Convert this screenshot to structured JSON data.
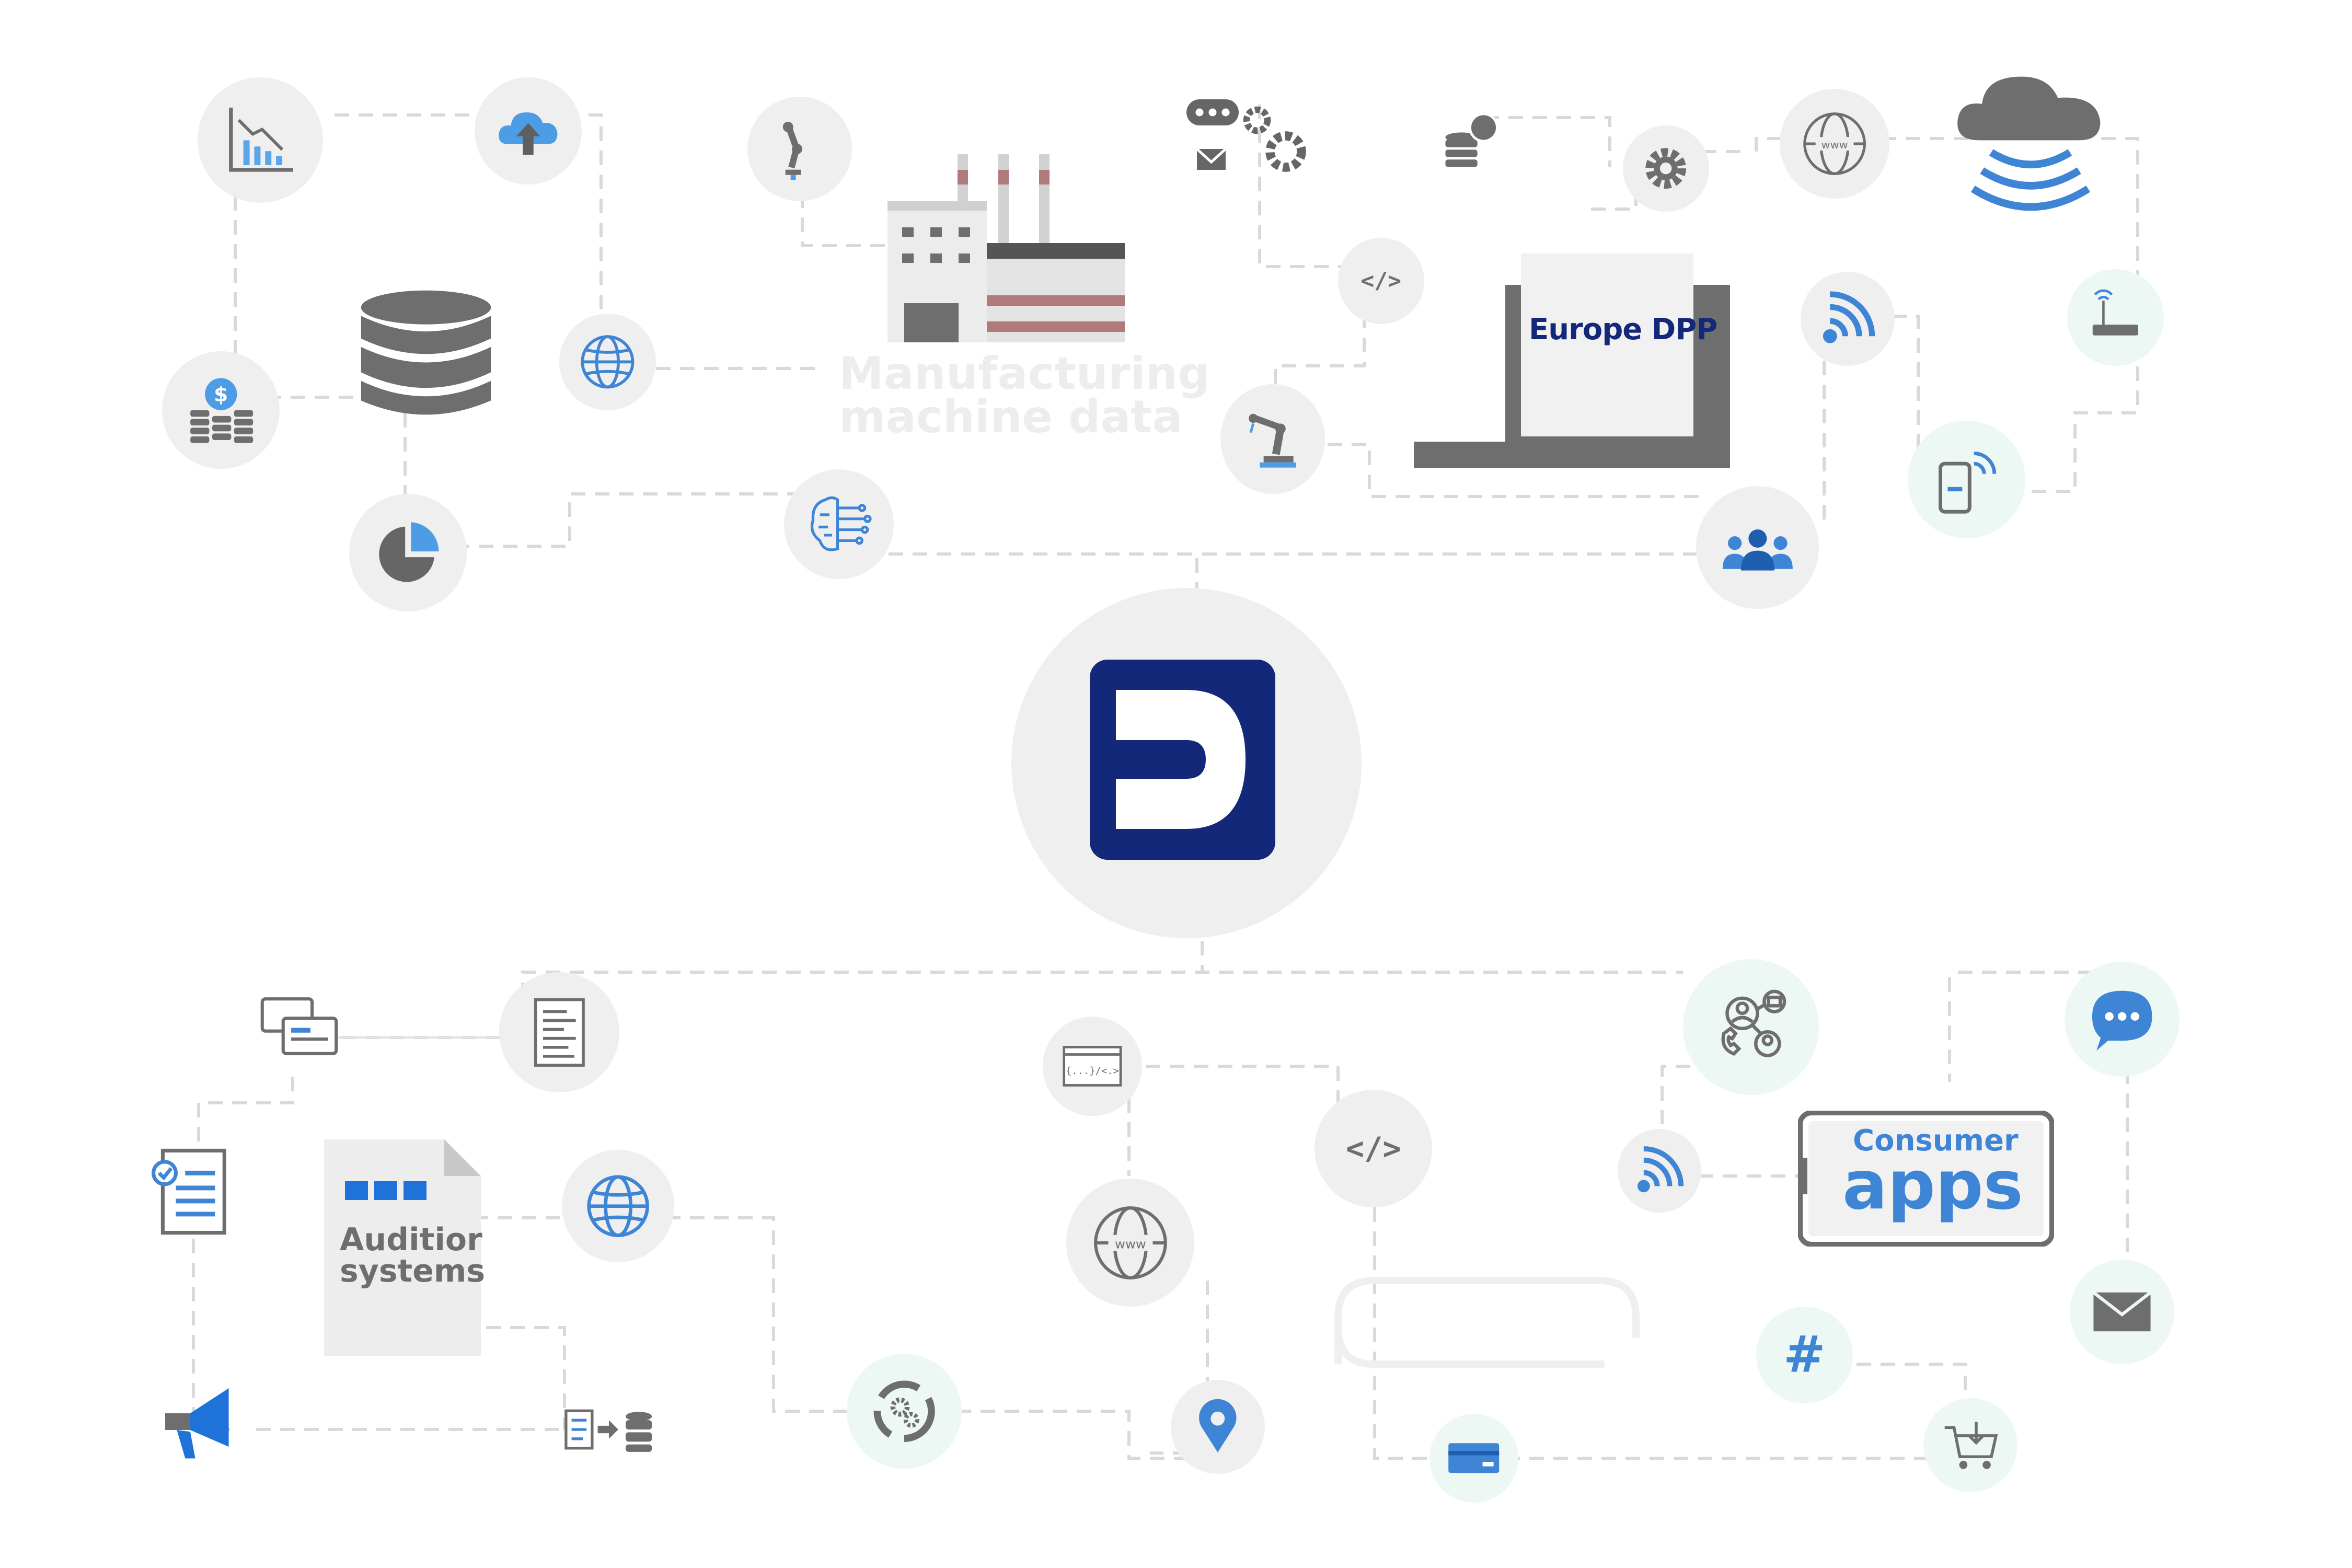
{
  "center": {
    "name": "platform-hub"
  },
  "labels": {
    "manufacturing_line1": "Manufacturing",
    "manufacturing_line2": "machine data",
    "europe_dpp": "Europe DPP",
    "consumer_1": "Consumer",
    "consumer_2": "apps",
    "auditor_1": "Auditior",
    "auditor_2": "systems"
  },
  "colors": {
    "brand": "#14287a",
    "icon_grey": "#6e6e6e",
    "icon_blue": "#2f7be0",
    "connector": "#d9d9d9",
    "node_grey": "#efeff0",
    "node_mint": "#edf8f4"
  },
  "icons": [
    "chart-down-icon",
    "cloud-upload-icon",
    "robot-arm-icon",
    "chat-gears-icon",
    "database-coin-icon",
    "gear-icon",
    "globe-www-icon",
    "cloud-wifi-icon",
    "code-icon",
    "database-icon",
    "coins-dollar-icon",
    "globe-icon",
    "pie-chart-icon",
    "ai-brain-icon",
    "wifi-icon",
    "router-icon",
    "phone-wifi-icon",
    "users-icon",
    "factory-icon",
    "dpp-laptop-icon",
    "cards-icon",
    "document-icon",
    "checklist-icon",
    "megaphone-icon",
    "doc-to-db-icon",
    "browser-code-icon",
    "location-pin-icon",
    "card-icon",
    "hashtag-icon",
    "cart-icon",
    "mail-icon",
    "chat-bubble-icon",
    "contact-network-icon",
    "consumer-tablet-icon",
    "auditor-document-icon"
  ]
}
